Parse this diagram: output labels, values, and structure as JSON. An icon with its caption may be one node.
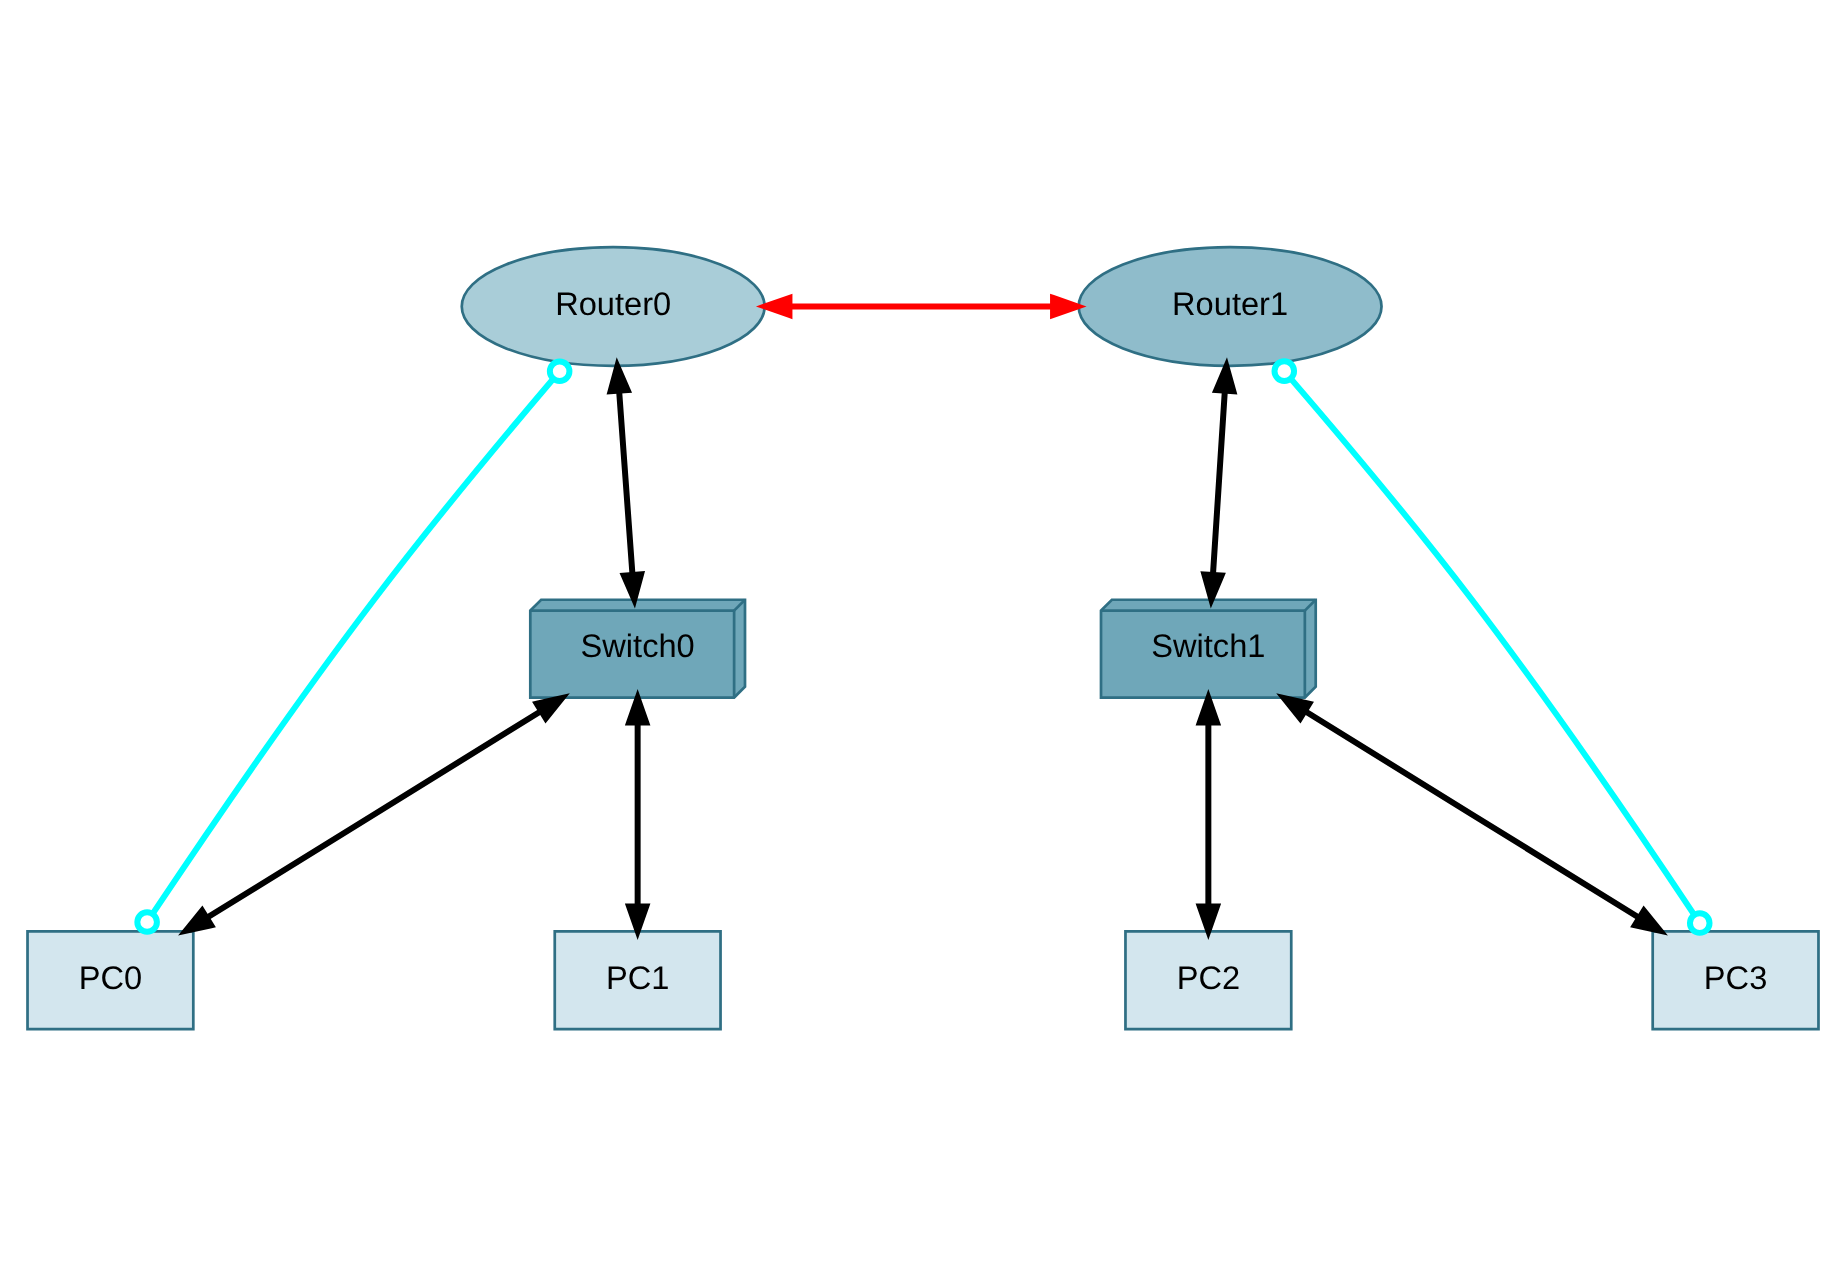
{
  "diagram": {
    "nodes": [
      {
        "text": [
          "Router0"
        ]
      },
      {
        "text": [
          "Router1"
        ]
      },
      {
        "text": [
          "Switch0"
        ]
      },
      {
        "text": [
          "Switch1"
        ]
      },
      {
        "text": [
          "PC0"
        ]
      },
      {
        "text": [
          "PC1"
        ]
      },
      {
        "text": [
          "PC2"
        ]
      },
      {
        "text": [
          "PC3"
        ]
      }
    ],
    "edges": [
      {
        "from": 0,
        "to": 1,
        "arrow": "both",
        "color": "#ff0000"
      },
      {
        "from": 0,
        "to": 2,
        "arrow": "both"
      },
      {
        "from": 1,
        "to": 3,
        "arrow": "both"
      },
      {
        "from": 0,
        "to": 4,
        "arrow": "other",
        "color": "#00ffff"
      },
      {
        "from": 1,
        "to": 7,
        "arrow": "other",
        "color": "#00ffff"
      },
      {
        "from": 2,
        "to": 4,
        "arrow": "both"
      },
      {
        "from": 2,
        "to": 5,
        "arrow": "both"
      },
      {
        "from": 3,
        "to": 6,
        "arrow": "both"
      },
      {
        "from": 3,
        "to": 7,
        "arrow": "both"
      }
    ]
  }
}
